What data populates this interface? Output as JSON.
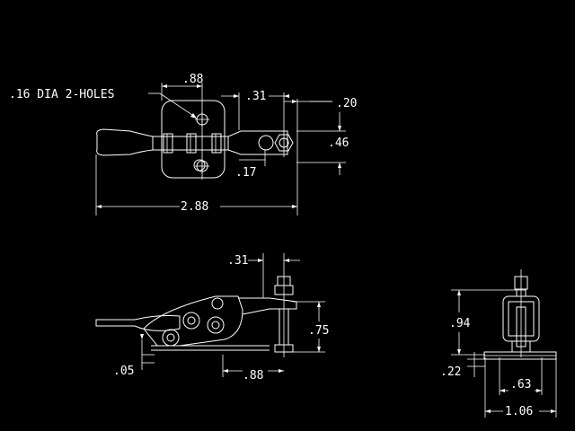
{
  "background": "#000000",
  "line_color": "#ffffff",
  "top_view": {
    "hole_callout": ".16 DIA 2-HOLES",
    "dim_hole_spacing": ".88",
    "dim_spindle_offset": ".31",
    "dim_tip": ".20",
    "dim_width": ".46",
    "dim_slot": ".17",
    "dim_overall_length": "2.88"
  },
  "side_view": {
    "dim_spindle_offset": ".31",
    "dim_height": ".75",
    "dim_base_thickness": ".05",
    "dim_reach": ".88"
  },
  "end_view": {
    "dim_height": ".94",
    "dim_base_thickness": ".22",
    "dim_hole_spacing": ".63",
    "dim_base_width": "1.06"
  }
}
